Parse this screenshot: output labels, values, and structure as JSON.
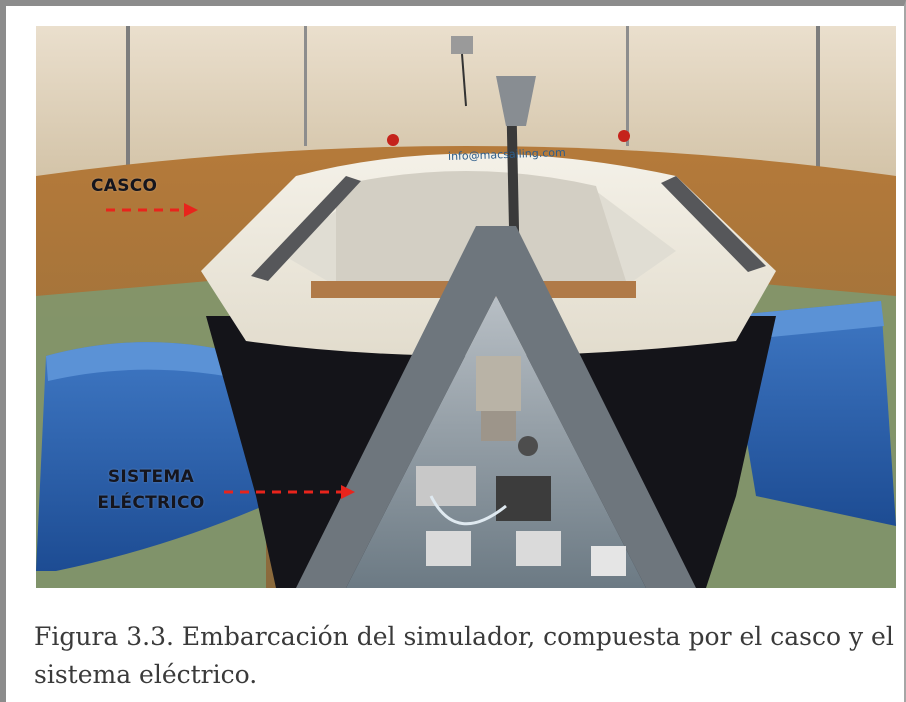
{
  "figure": {
    "labels": {
      "hull": "CASCO",
      "electrical_line1": "SISTEMA",
      "electrical_line2": "ELÉCTRICO",
      "watermark": "info@macsailing.com"
    },
    "arrow_color": "#e8241c",
    "caption": "Figura 3.3. Embarcación del simulador, compuesta por el casco y el sistema eléctrico."
  }
}
